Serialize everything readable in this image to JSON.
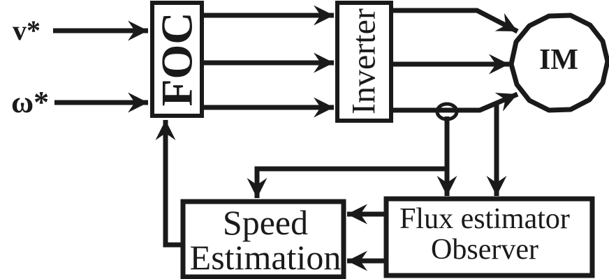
{
  "diagram": {
    "inputs": {
      "v_ref": "v*",
      "omega_ref": "ω*"
    },
    "blocks": {
      "foc": "FOC",
      "inverter": "Inverter",
      "motor": "IM",
      "speed_estimation_line1": "Speed",
      "speed_estimation_line2": "Estimation",
      "flux_estimator_line1": "Flux estimator",
      "flux_estimator_line2": "Observer"
    },
    "icons": {
      "sensor": "current-sensor-icon"
    },
    "colors": {
      "ink": "#1a1a1a",
      "background": "#ffffff"
    }
  }
}
